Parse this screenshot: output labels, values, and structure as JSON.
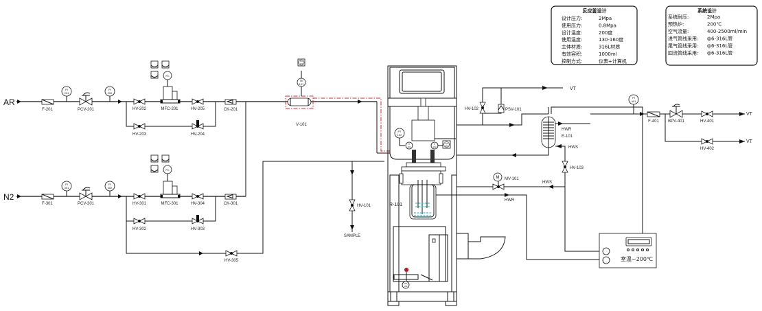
{
  "diagram": {
    "type": "P&ID process flow diagram",
    "colors": {
      "line": "#111111",
      "heat_trace": "#e0202a",
      "agitator": "#33c8d8",
      "indicator_lamp": "#c0141c"
    }
  },
  "sources": {
    "ar": "AR",
    "n2": "N2"
  },
  "ar_line": {
    "filter": "F-201",
    "pi_1": {
      "tag": "PI",
      "num": "201"
    },
    "pcv": "PCV-201",
    "pi_2": {
      "tag": "PI",
      "num": "202"
    },
    "hv_a": "HV-202",
    "mfc": "MFC-201",
    "fc": "FC",
    "hv_b": "HV-205",
    "ck": "CK-201",
    "hv_c": "HV-203",
    "hv_d": "HV-204"
  },
  "n2_line": {
    "filter": "F-301",
    "pi_1": {
      "tag": "PI",
      "num": "301"
    },
    "pcv": "PCV-301",
    "pi_2": {
      "tag": "PI",
      "num": "302"
    },
    "hv_a": "HV-301",
    "mfc": "MFC-301",
    "fc": "FC",
    "hv_b": "HV-304",
    "ck": "CK-301",
    "hv_c": "HV-302",
    "hv_d": "HV-303",
    "bypass": "HV-305"
  },
  "preheater": {
    "tag": "V-101",
    "te": {
      "tag": "TE",
      "num": "101"
    },
    "tic": {
      "tag": "TIC",
      "num": "101"
    }
  },
  "reactor": {
    "tag": "R-101",
    "pt": {
      "tag": "PT",
      "num": "102"
    },
    "ti_left": {
      "tag": "TI",
      "num": "101"
    },
    "ti_right": {
      "tag": "TI",
      "num": "102"
    },
    "tic": {
      "tag": "TIC",
      "num": "102"
    },
    "se": {
      "tag": "SE",
      "num": "101"
    }
  },
  "sample": {
    "valve": "HV-101",
    "label": "SAMPLE"
  },
  "vent": {
    "hv": "HV-102",
    "psv": "PSV-101",
    "vt": "VT"
  },
  "condenser": {
    "tag": "E-101",
    "hwr": "HWR",
    "hws": "HWS",
    "hv": "HV-103"
  },
  "motor_valve": {
    "motor": "M",
    "tag": "MV-101",
    "hws": "HWS",
    "hwr": "HWR"
  },
  "outlet": {
    "pi": {
      "tag": "PI",
      "num": "401"
    },
    "filter": "F-401",
    "bpv": "BPV-401",
    "hv_1": "HV-401",
    "hv_2": "HV-402",
    "vt_1": "VT",
    "vt_2": "VT"
  },
  "heater_unit": {
    "label": "室温~200℃"
  },
  "reactor_spec": {
    "title": "反应釜设计",
    "rows": [
      {
        "k": "设计压力:",
        "v": "2Mpa"
      },
      {
        "k": "使用压力:",
        "v": "0.8Mpa"
      },
      {
        "k": "设计温度:",
        "v": "200度"
      },
      {
        "k": "使用温度:",
        "v": "130-160度"
      },
      {
        "k": "主体材质:",
        "v": "316L材质"
      },
      {
        "k": "有效容积:",
        "v": "1000ml"
      },
      {
        "k": "控制方式:",
        "v": "仪表+计算机"
      }
    ]
  },
  "system_spec": {
    "title": "系统设计",
    "rows": [
      {
        "k": "系统耐压:",
        "v": "2Mpa"
      },
      {
        "k": "预热炉:",
        "v": "200℃"
      },
      {
        "k": "空气流量:",
        "v": "400-2500ml/min"
      },
      {
        "k": "进气管线采用:",
        "v": "ф6-316L管"
      },
      {
        "k": "尾气管线采用:",
        "v": "ф6-316L管"
      },
      {
        "k": "回流管线采用:",
        "v": "ф6-316L管"
      }
    ]
  }
}
